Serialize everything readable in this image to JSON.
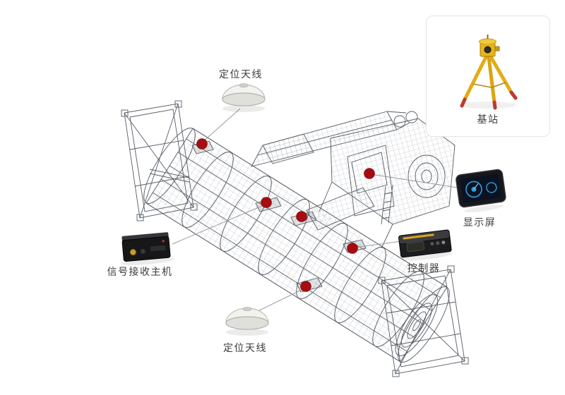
{
  "labels": {
    "antenna_top": "定位天线",
    "antenna_bottom": "定位天线",
    "base_station": "基站",
    "display": "显示屏",
    "controller": "控制器",
    "receiver": "信号接收主机"
  },
  "colors": {
    "marker_red": "#a50d12",
    "connector_gray": "#9b9b9b",
    "wireframe_stroke": "#565c64",
    "wireframe_mesh": "#a9aeb5",
    "label_text": "#3c3c3c",
    "tripod_yellow": "#e3ac14",
    "tripod_tip_red": "#c0392b",
    "panel_border": "#e4e4e4",
    "device_dark": "#17181c",
    "screen_blue": "#2f9fe0",
    "antenna_body": "#eeeee9"
  }
}
